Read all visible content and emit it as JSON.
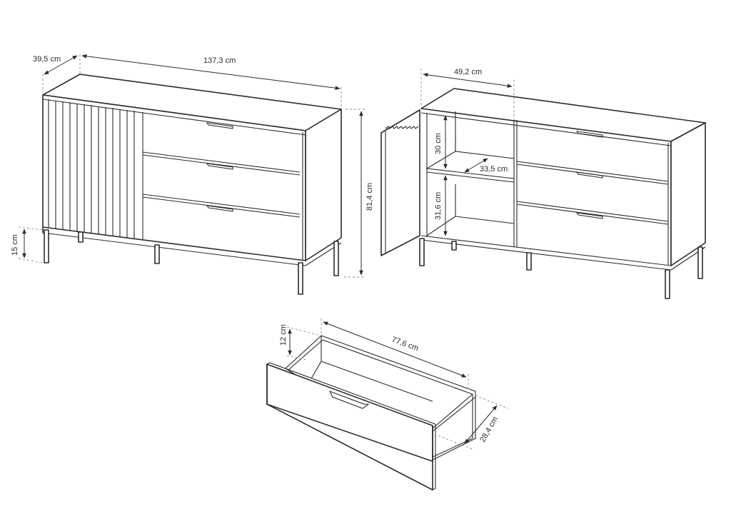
{
  "diagram": {
    "type": "furniture-dimension-drawing",
    "views": [
      {
        "name": "sideboard-closed",
        "dimensions": {
          "depth": "39,5 cm",
          "width": "137,3 cm",
          "height": "81,4 cm",
          "leg_height": "15 cm"
        }
      },
      {
        "name": "sideboard-open",
        "dimensions": {
          "compartment_width": "49,2 cm",
          "upper_compartment_height": "30 cm",
          "shelf_depth": "33,5 cm",
          "lower_compartment_height": "31,6 cm"
        }
      },
      {
        "name": "drawer",
        "dimensions": {
          "height": "12 cm",
          "length": "77,6 cm",
          "depth": "28,4 cm"
        }
      }
    ]
  },
  "colors": {
    "line": "#2b2b2b",
    "dash": "#8a8a8a",
    "background": "#ffffff"
  }
}
